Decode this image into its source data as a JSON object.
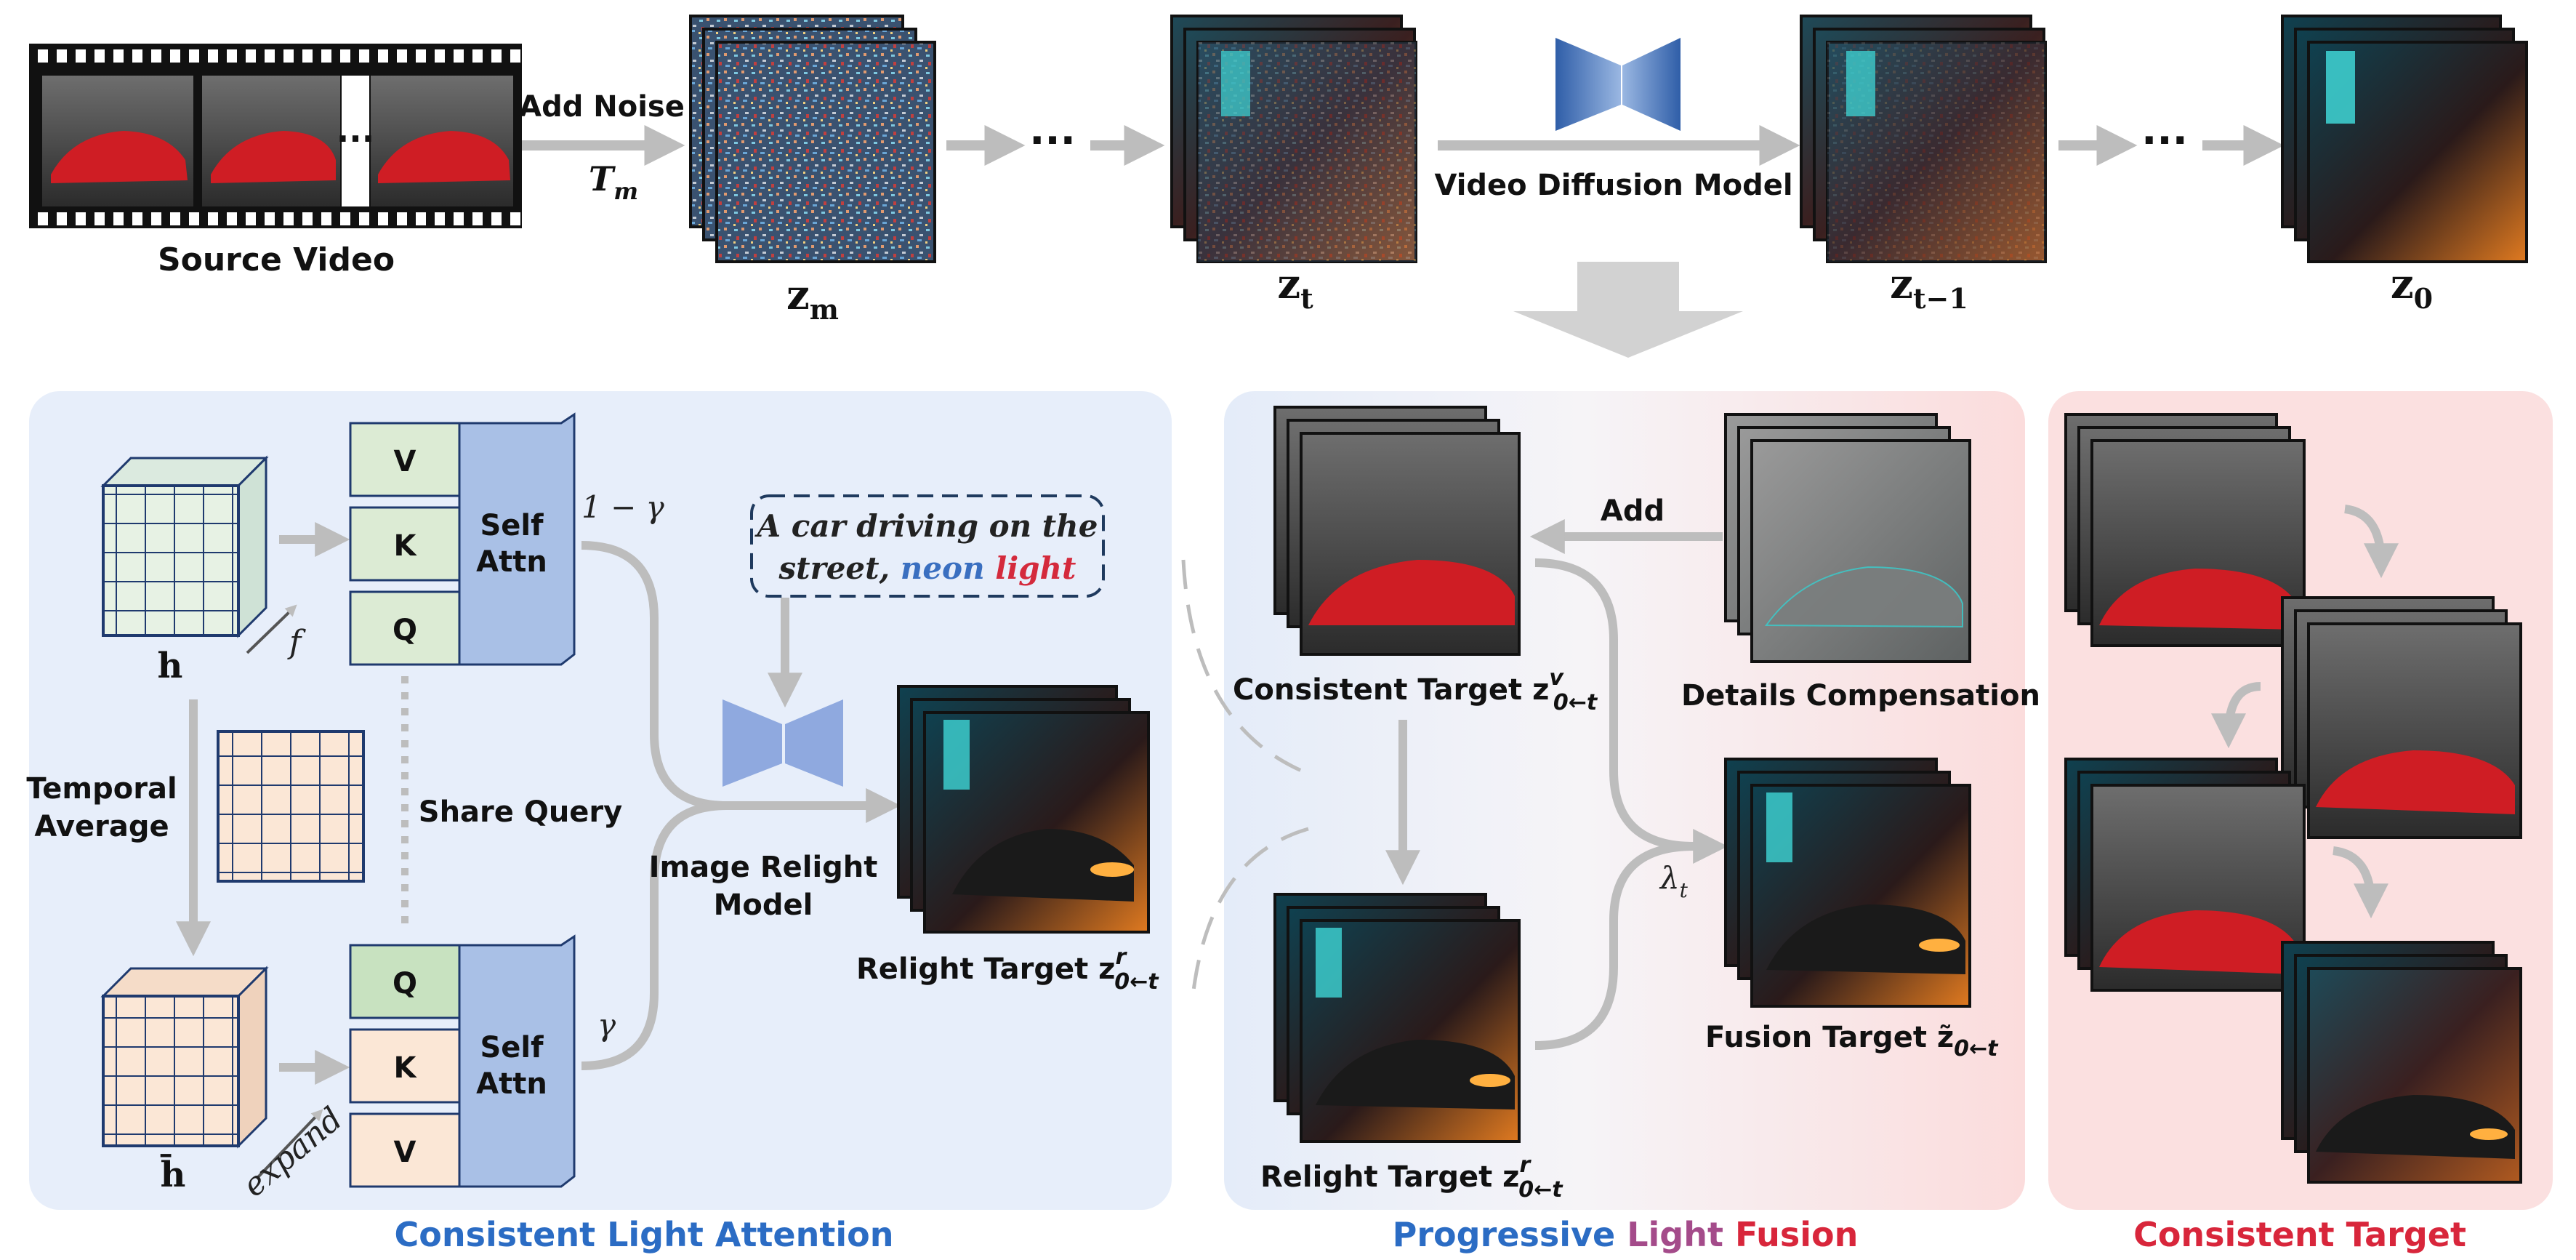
{
  "colors": {
    "blue": "#2b6cc4",
    "red": "#d8263b",
    "purple": "#a44b8a",
    "panel_blue": "#e7eefa",
    "panel_pink": "#fbe0e0",
    "arrow_gray": "#bdbdbd",
    "attn_blue": "#a9c0e6",
    "v_green": "#dcebd4",
    "q_green": "#c8e2c0",
    "peach": "#fbe7d6"
  },
  "top": {
    "source_video": "Source Video",
    "film_dots": "...",
    "add_noise": "Add Noise",
    "t_m": "T",
    "t_m_sub": "m",
    "dots": "···",
    "vdm_label": "Video Diffusion Model",
    "z_m": "z",
    "z_m_sub": "m",
    "z_t": "z",
    "z_t_sub": "t",
    "z_t1": "z",
    "z_t1_sub": "t−1",
    "z_0": "z",
    "z_0_sub": "0"
  },
  "cla": {
    "title": "Consistent Light Attention",
    "h": "h",
    "h_bar": "h̄",
    "f": "f",
    "expand": "expand",
    "temporal": "Temporal",
    "average": "Average",
    "v": "V",
    "k": "K",
    "q": "Q",
    "self": "Self",
    "attn": "Attn",
    "share_query": "Share Query",
    "one_minus_gamma": "1 − γ",
    "gamma": "γ",
    "prompt_line1": "A car driving on the",
    "prompt_line2a": "street,",
    "prompt_neon": "neon",
    "prompt_light": "light",
    "irm_line1": "Image Relight",
    "irm_line2": "Model",
    "relight_target": "Relight Target z",
    "relight_sup": "r",
    "relight_sub": "0←t"
  },
  "plf": {
    "title_a": "Progressive",
    "title_b": "Light",
    "title_c": "Fusion",
    "add": "Add",
    "consistent_target": "Consistent Target z",
    "consistent_sup": "v",
    "consistent_sub": "0←t",
    "details_comp": "Details Compensation",
    "relight_target": "Relight Target z",
    "relight_sup": "r",
    "relight_sub": "0←t",
    "fusion_target": "Fusion Target z̃",
    "fusion_sub": "0←t",
    "lambda": "λ",
    "lambda_sub": "t"
  },
  "ct": {
    "title": "Consistent Target"
  }
}
